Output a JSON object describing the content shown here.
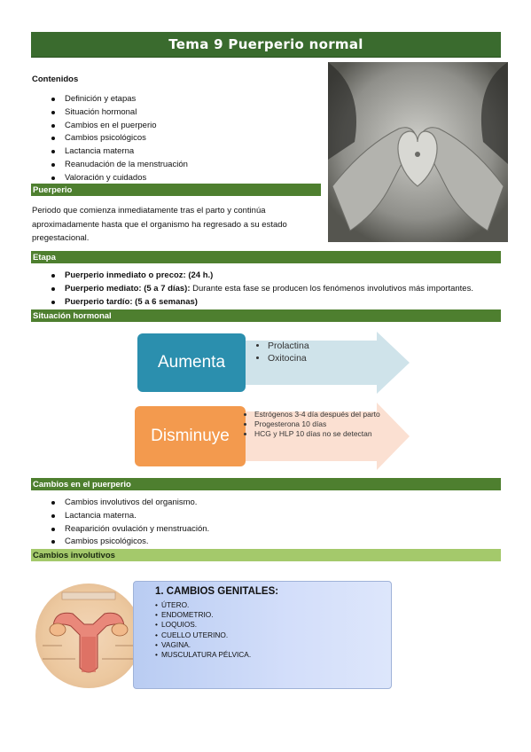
{
  "title": "Tema 9 Puerperio normal",
  "contenidos": {
    "label": "Contenidos",
    "items": [
      "Definición y etapas",
      "Situación hormonal",
      "Cambios en el puerperio",
      "Cambios psicológicos",
      "Lactancia materna",
      "Reanudación de la menstruación",
      "Valoración y cuidados"
    ]
  },
  "puerperio": {
    "header": "Puerperio",
    "text_lines": [
      "Periodo que comienza inmediatamente tras el parto y continúa",
      "aproximadamente hasta que el organismo ha regresado a su estado",
      "pregestacional."
    ]
  },
  "etapa": {
    "header": "Etapa",
    "items": [
      {
        "bold": "Puerperio inmediato o precoz: (24 h.)",
        "rest": ""
      },
      {
        "bold": "Puerperio mediato: (5 a 7 días):",
        "rest": " Durante esta fase se producen los fenómenos  involutivos más importantes."
      },
      {
        "bold": "Puerperio tardío: (5 a 6 semanas)",
        "rest": ""
      }
    ]
  },
  "situacion_hormonal": {
    "header": "Situación hormonal",
    "aumenta": {
      "label": "Aumenta",
      "items": [
        "Prolactina",
        "Oxitocina"
      ],
      "color_box": "#2b8fae",
      "color_arrow": "#cde3ea"
    },
    "disminuye": {
      "label": "Disminuye",
      "items": [
        "Estrógenos 3-4 día después del parto",
        "Progesterona 10 días",
        "HCG y HLP 10 días no se detectan"
      ],
      "color_box": "#f39a4e",
      "color_arrow": "#fbe0d0"
    }
  },
  "cambios_puerperio": {
    "header": "Cambios en el puerperio",
    "items": [
      "Cambios involutivos del organismo.",
      "Lactancia materna.",
      "Reaparición ovulación y menstruación.",
      "Cambios psicológicos."
    ]
  },
  "cambios_involutivos": {
    "header": "Cambios involutivos",
    "box_title": "1. CAMBIOS GENITALES:",
    "items": [
      "Útero.",
      "Endometrio.",
      "Loquios.",
      "Cuello uterino.",
      "Vagina.",
      "Musculatura pélvica."
    ]
  }
}
